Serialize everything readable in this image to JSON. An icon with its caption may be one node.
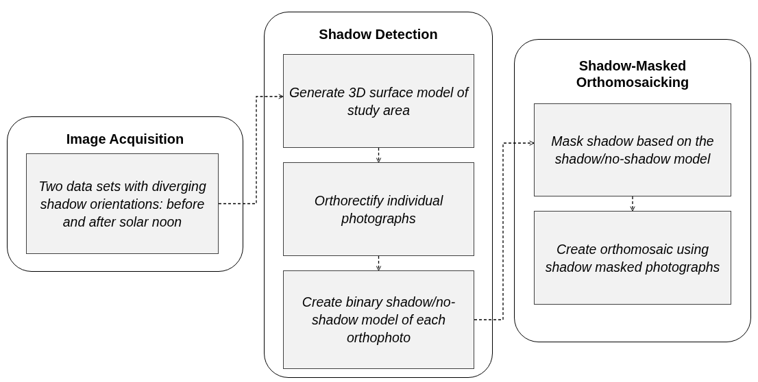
{
  "diagram": {
    "nodes": [
      {
        "text": [
          "Image Acquisition"
        ]
      },
      {
        "text": [
          "Two data sets with diverging shadow orientations: before and after solar noon"
        ],
        "in": 0
      },
      {
        "text": [
          "Shadow Detection"
        ]
      },
      {
        "text": [
          "Generate 3D surface model of study area"
        ],
        "in": 2
      },
      {
        "text": [
          "Orthorectify individual photographs"
        ],
        "in": 2
      },
      {
        "text": [
          "Create binary shadow/no-shadow model of each orthophoto"
        ],
        "in": 2
      },
      {
        "text": [
          "Shadow-Masked Orthomosaicking"
        ]
      },
      {
        "text": [
          "Mask shadow based on the shadow/no-shadow model"
        ],
        "in": 6
      },
      {
        "text": [
          "Create orthomosaic using shadow masked photographs"
        ],
        "in": 6
      }
    ],
    "edges": [
      {
        "from": 1,
        "to": 3,
        "arrow": "to",
        "style": "dashed"
      },
      {
        "from": 3,
        "to": 4,
        "arrow": "to",
        "style": "dashed"
      },
      {
        "from": 4,
        "to": 5,
        "arrow": "to",
        "style": "dashed"
      },
      {
        "from": 5,
        "to": 7,
        "arrow": "to",
        "style": "dashed"
      },
      {
        "from": 7,
        "to": 8,
        "arrow": "to",
        "style": "dashed"
      }
    ]
  }
}
